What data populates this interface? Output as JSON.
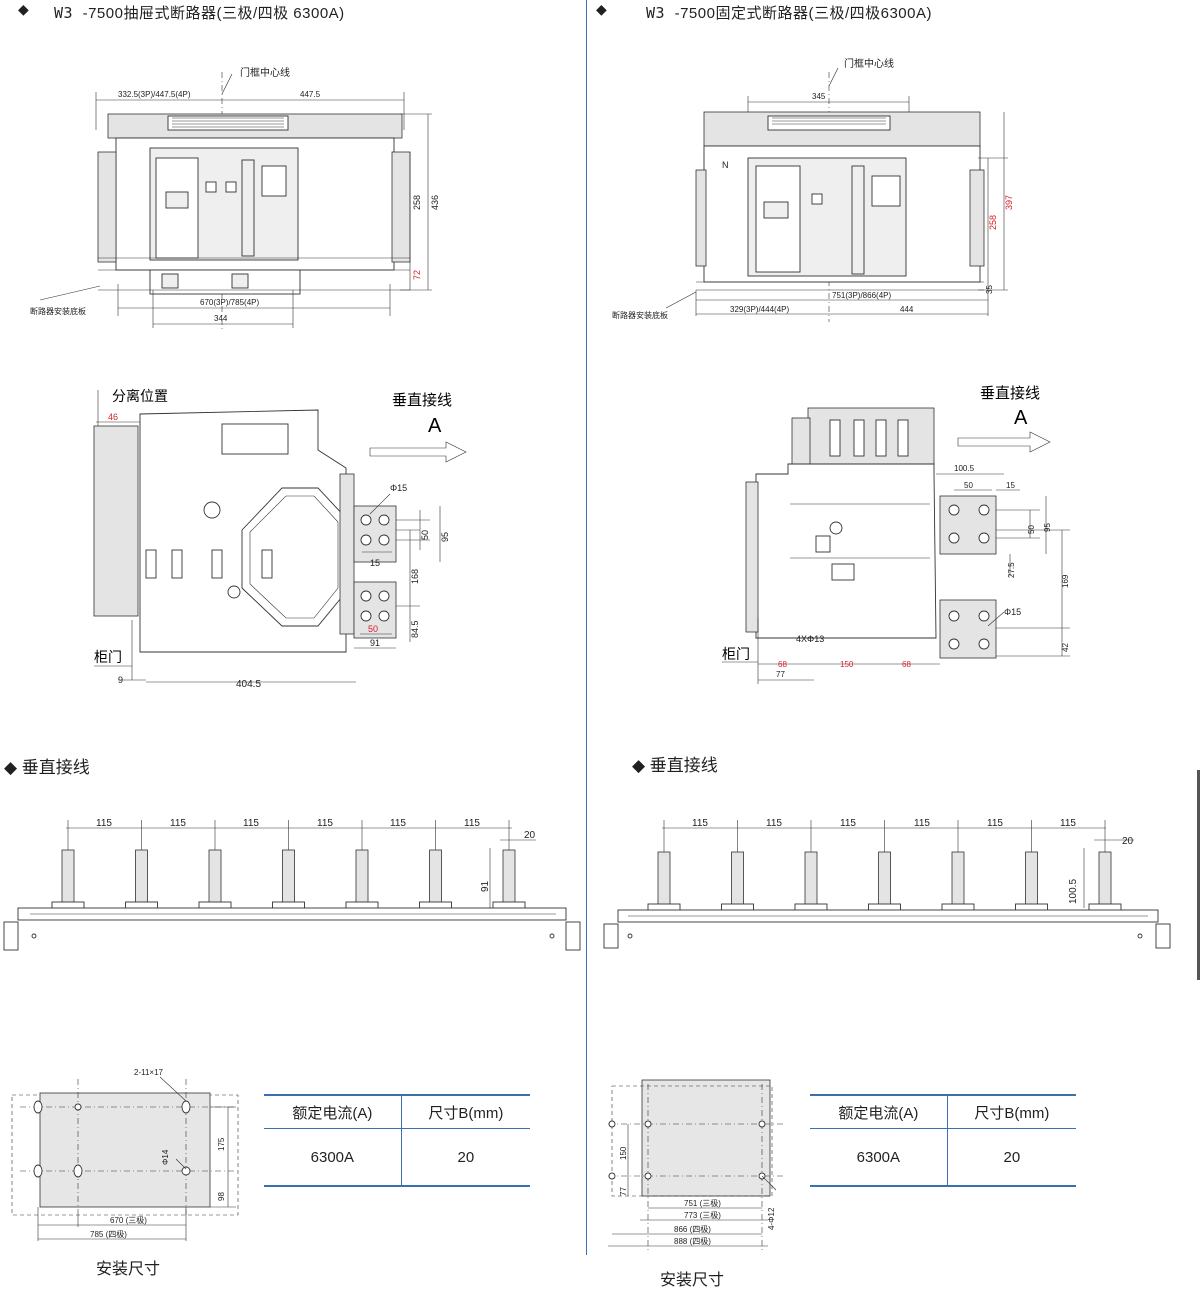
{
  "left": {
    "title_prefix": "W3 ",
    "title_main": "-7500抽屉式断路器(三极/四极 6300A)",
    "front": {
      "door_center_label": "门框中心线",
      "dim_left": "332.5(3P)/447.5(4P)",
      "dim_right": "447.5",
      "dim_height_inner": "258",
      "dim_height_total": "436",
      "dim_bottom_red": "72",
      "dim_width": "670(3P)/785(4P)",
      "dim_base": "344",
      "base_label": "断路器安装底板"
    },
    "side": {
      "sep_label": "分离位置",
      "sep_value": "46",
      "conn_label": "垂直接线",
      "arrow_label": "A",
      "hole_dia": "Φ15",
      "d50": "50",
      "d95": "95",
      "d15": "15",
      "d168": "168",
      "d84": "84.5",
      "d50b": "50",
      "d91": "91",
      "door_label": "柜门",
      "d9": "9",
      "d404": "404.5"
    },
    "busbar": {
      "section_label": "垂直接线",
      "spacings": [
        "115",
        "115",
        "115",
        "115",
        "115",
        "115"
      ],
      "width": "20",
      "height": "91"
    },
    "mount": {
      "section_label": "安装尺寸",
      "holes": "2-11×17",
      "dia": "Φ14",
      "d175": "175",
      "d98": "98",
      "w3": "670 (三极)",
      "w4": "785 (四极)"
    },
    "table": {
      "headers": [
        "额定电流(A)",
        "尺寸B(mm)"
      ],
      "row": [
        "6300A",
        "20"
      ]
    }
  },
  "right": {
    "title_prefix": "W3 ",
    "title_main": "-7500固定式断路器(三极/四极6300A)",
    "front": {
      "door_center_label": "门框中心线",
      "dim_top": "345",
      "n_label": "N",
      "dim_h_red": "258",
      "dim_h_total_red": "397",
      "dim_35": "35",
      "dim_width": "751(3P)/866(4P)",
      "dim_left": "329(3P)/444(4P)",
      "dim_right": "444",
      "base_label": "断路器安装底板"
    },
    "side": {
      "conn_label": "垂直接线",
      "arrow_label": "A",
      "d100": "100.5",
      "d50": "50",
      "d15": "15",
      "d50v": "50",
      "d95": "95",
      "d27": "27.5",
      "d169": "169",
      "hole_dia": "Φ15",
      "d42": "42",
      "holes4": "4XΦ13",
      "door_label": "柜门",
      "d68a": "68",
      "d150": "150",
      "d68b": "68",
      "d77": "77"
    },
    "busbar": {
      "section_label": "垂直接线",
      "spacings": [
        "115",
        "115",
        "115",
        "115",
        "115",
        "115"
      ],
      "width": "20",
      "height": "100.5"
    },
    "mount": {
      "section_label": "安装尺寸",
      "d150": "150",
      "d77": "77",
      "holes": "4-Φ12",
      "w751": "751 (三极)",
      "w773": "773 (三极)",
      "w866": "866 (四极)",
      "w888": "888 (四极)"
    },
    "table": {
      "headers": [
        "额定电流(A)",
        "尺寸B(mm)"
      ],
      "row": [
        "6300A",
        "20"
      ]
    }
  },
  "colors": {
    "accent": "#3a6fb0",
    "dimension_red": "#d6202a"
  }
}
